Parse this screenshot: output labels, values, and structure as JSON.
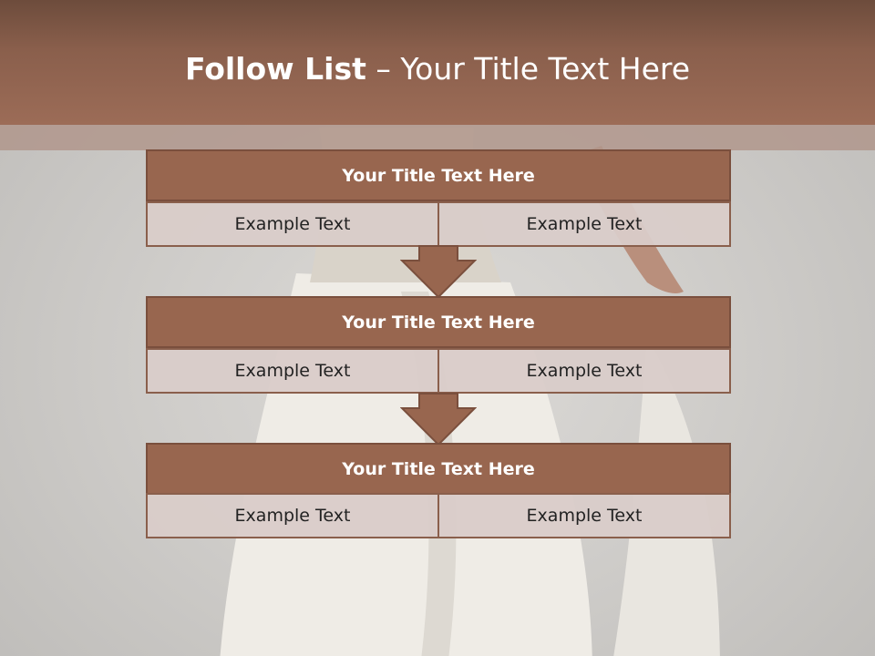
{
  "slide": {
    "title_bold": "Follow List",
    "title_rest": " – Your Title Text Here"
  },
  "list": [
    {
      "title": "Your Title Text Here",
      "left": "Example Text",
      "right": "Example Text"
    },
    {
      "title": "Your Title Text Here",
      "left": "Example Text",
      "right": "Example Text"
    },
    {
      "title": "Your Title Text Here",
      "left": "Example Text",
      "right": "Example Text"
    }
  ],
  "colors": {
    "header": "#8a5f4c",
    "block_title": "#98664f",
    "cell_bg": "#d9ccc9",
    "arrow": "#98664f"
  },
  "icons": [
    "down-arrow-icon"
  ]
}
